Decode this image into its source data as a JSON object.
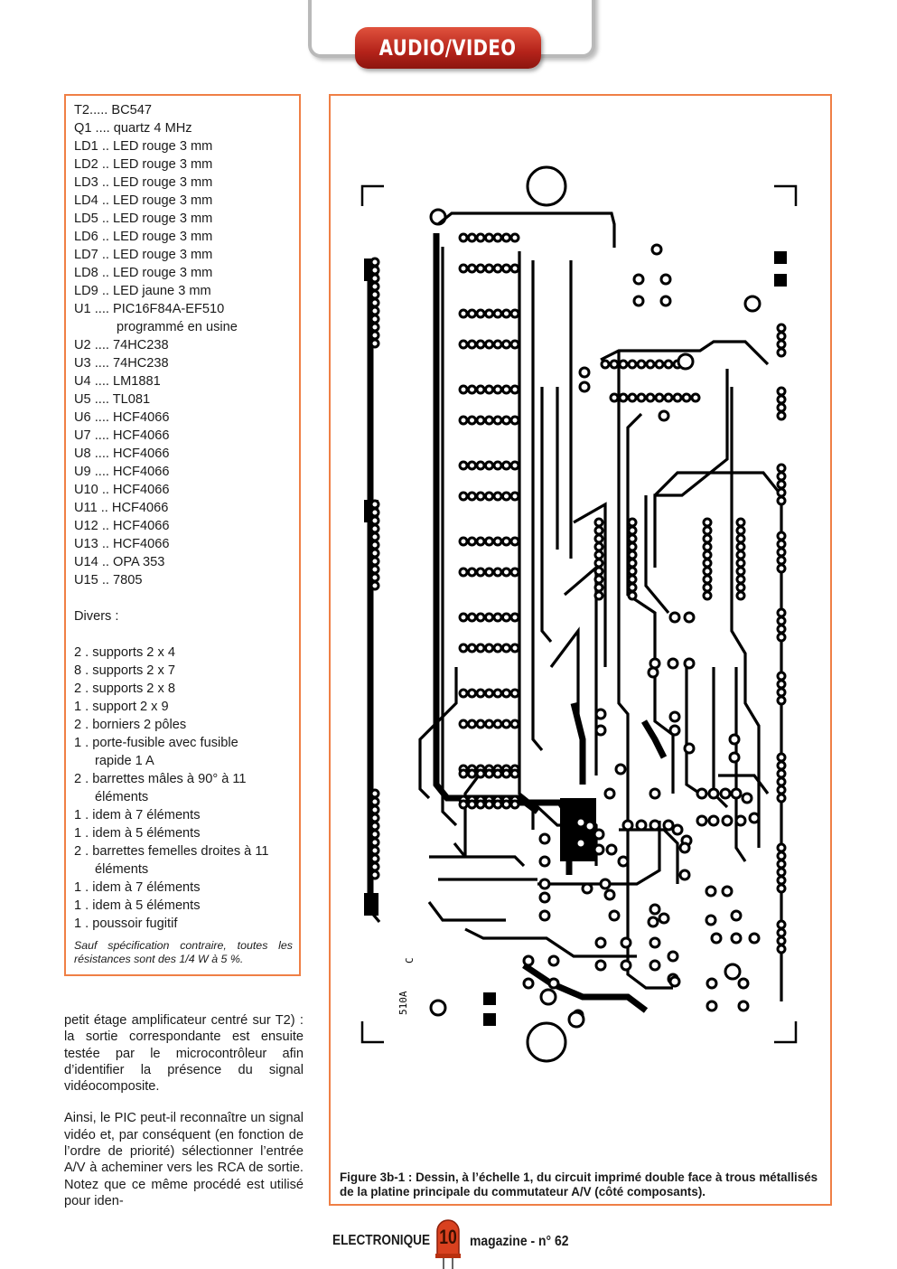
{
  "header": {
    "section_label": "AUDIO/VIDEO"
  },
  "parts_list": {
    "items": [
      "T2..... BC547",
      "Q1 .... quartz 4 MHz",
      "LD1 .. LED rouge 3 mm",
      "LD2 .. LED rouge 3 mm",
      "LD3 .. LED rouge 3 mm",
      "LD4 .. LED rouge 3 mm",
      "LD5 .. LED rouge 3 mm",
      "LD6 .. LED rouge 3 mm",
      "LD7 .. LED rouge 3 mm",
      "LD8 .. LED rouge 3 mm",
      "LD9 .. LED jaune 3 mm",
      "U1 .... PIC16F84A-EF510",
      "programmé en usine",
      "U2 .... 74HC238",
      "U3 .... 74HC238",
      "U4 .... LM1881",
      "U5 .... TL081",
      "U6 .... HCF4066",
      "U7 .... HCF4066",
      "U8 .... HCF4066",
      "U9 .... HCF4066",
      "U10 .. HCF4066",
      "U11 .. HCF4066",
      "U12 .. HCF4066",
      "U13 .. HCF4066",
      "U14 .. OPA 353",
      "U15 .. 7805"
    ],
    "divers_title": "Divers :",
    "misc": [
      "2 . supports 2 x 4",
      "8 . supports 2 x 7",
      "2 . supports 2 x 8",
      "1 . support 2 x 9",
      "2 . borniers 2 pôles",
      "1 . porte-fusible avec fusible",
      "rapide 1 A",
      "2 . barrettes mâles à 90° à 11",
      "éléments",
      "1 . idem à 7 éléments",
      "1 . idem à 5 éléments",
      "2 . barrettes femelles droites à 11",
      "éléments",
      "1 . idem à 7 éléments",
      "1 . idem à 5 éléments",
      "1 . poussoir fugitif"
    ],
    "footnote": "Sauf spécification contraire, toutes les résistances sont des 1/4 W à 5 %."
  },
  "body_text": {
    "paragraph_1": "petit étage amplificateur centré sur T2) : la sortie correspondante est ensuite testée par le microcontrôleur afin d’identifier la présence du signal vidéocomposite.",
    "paragraph_2": "Ainsi, le PIC peut-il reconnaître un signal vidéo et, par conséquent (en fonction de l’ordre de priorité) sélectionner l’entrée A/V à acheminer vers les RCA de sortie. Notez que ce même procédé est utilisé pour iden-"
  },
  "figure": {
    "board_marking": "510A",
    "board_marking_2": "C",
    "caption": "Figure 3b-1 : Dessin, à l’échelle 1, du circuit imprimé double face à trous métallisés de la platine principale du commutateur A/V (côté composants)."
  },
  "footer": {
    "magazine_left": "ELECTRONIQUE",
    "page_number": "10",
    "magazine_right": "magazine - n° 62"
  },
  "colors": {
    "accent_border": "#ef7f45",
    "header_red": "#b4231a"
  }
}
